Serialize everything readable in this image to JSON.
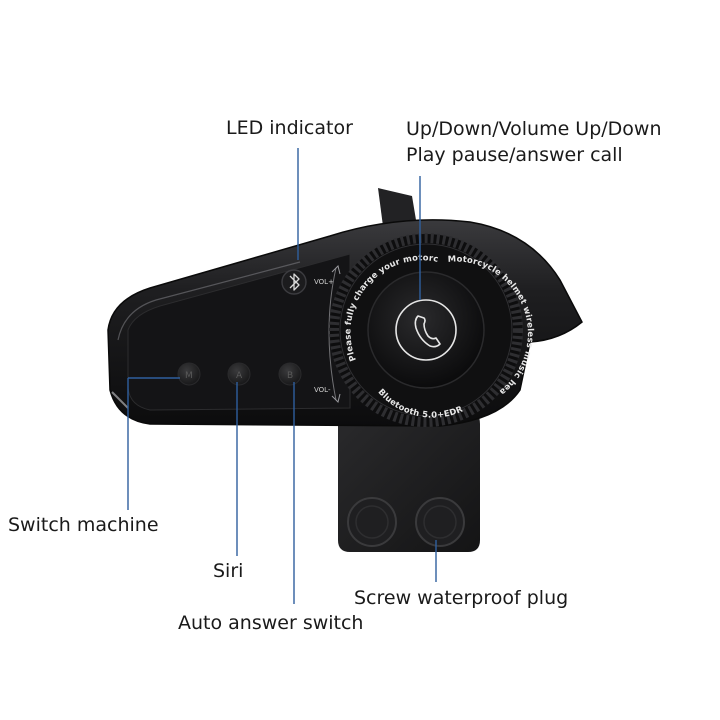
{
  "labels": {
    "led_indicator": "LED indicator",
    "volume_line1": "Up/Down/Volume Up/Down",
    "volume_line2": "Play pause/answer call",
    "switch_machine": "Switch machine",
    "siri": "Siri",
    "auto_answer": "Auto answer switch",
    "waterproof_plug": "Screw waterproof plug"
  },
  "device_text": {
    "ring_top": "Please fully charge your motorcycle before riding it",
    "ring_right": "Motorcycle helmet wireless music headset",
    "ring_bottom": "Bluetooth 5.0+EDR",
    "vol_plus": "VOL+",
    "vol_minus": "VOL-",
    "button_m": "M",
    "button_a": "A",
    "button_b": "B"
  },
  "icons": {
    "led": "bluetooth-icon",
    "center": "phone-icon"
  },
  "colors": {
    "leader_line": "#2f5f9e",
    "device_body": "#1b1b1d",
    "label_text": "#1a1a1a"
  }
}
